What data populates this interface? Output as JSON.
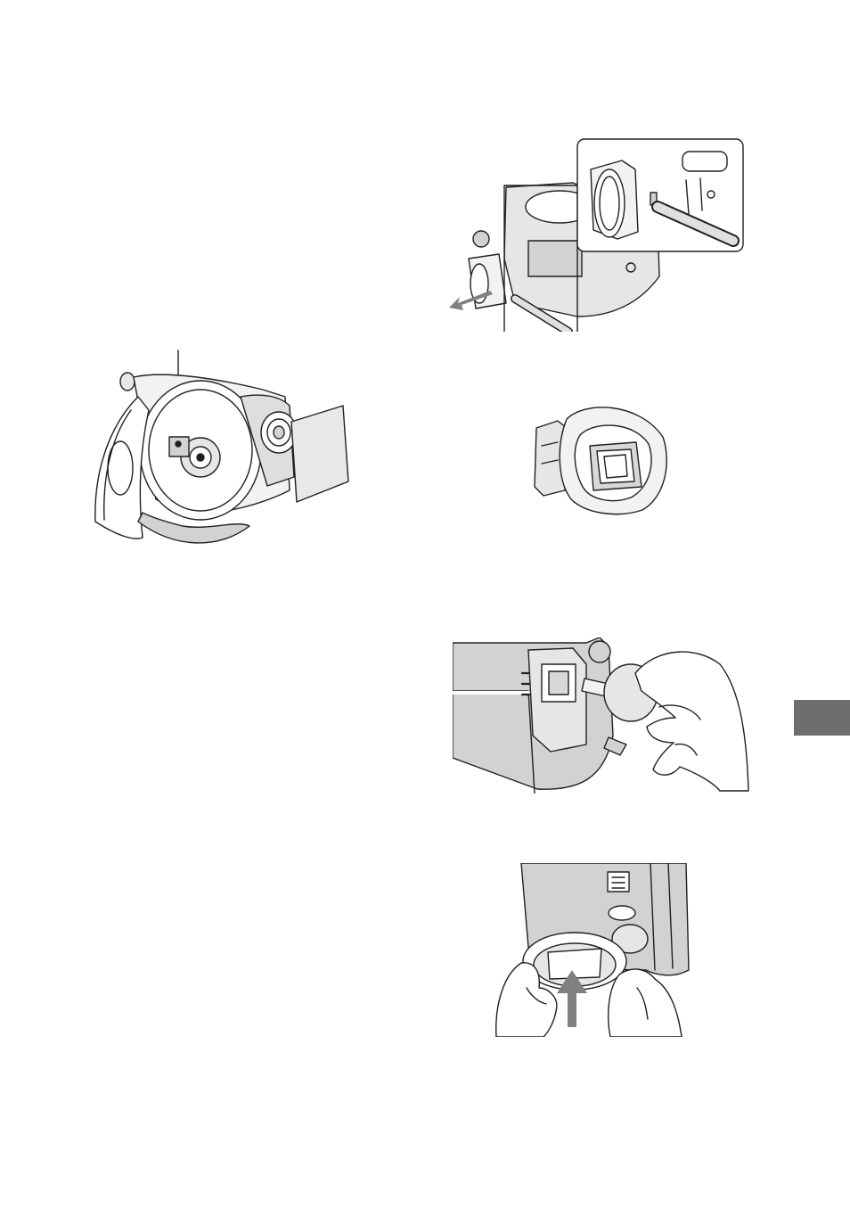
{
  "page": {
    "background": "#ffffff",
    "ink_color": "#231f20",
    "shade_color": "#d2d2d2",
    "tab_color": "#6e6e6e",
    "arrow_color": "#808080"
  },
  "figures": [
    {
      "name": "camcorder-open-disc-cover",
      "icon": "camcorder-disc-icon",
      "callout": true
    },
    {
      "name": "eyecup-removal",
      "icon": "eyecup-removal-icon",
      "inset": true,
      "arrow": "pull-left"
    },
    {
      "name": "eyecup",
      "icon": "eyecup-icon"
    },
    {
      "name": "viewfinder-cleaning",
      "icon": "blower-brush-icon"
    },
    {
      "name": "lens-cleaning",
      "icon": "lens-cleaning-icon",
      "arrow": "push-up"
    }
  ],
  "section_tab": {
    "icon": "section-tab-marker"
  }
}
